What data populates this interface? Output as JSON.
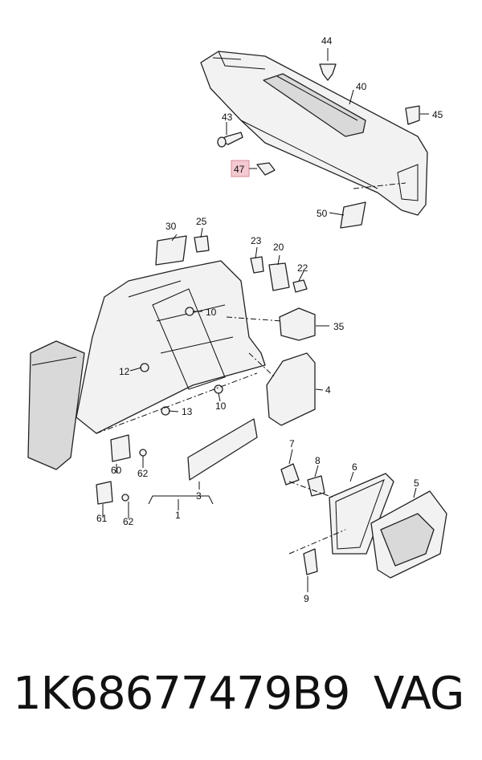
{
  "callouts": {
    "c44": "44",
    "c40": "40",
    "c45": "45",
    "c43": "43",
    "c47": "47",
    "c50": "50",
    "c30": "30",
    "c25": "25",
    "c23": "23",
    "c20": "20",
    "c22": "22",
    "c10a": "10",
    "c35": "35",
    "c12": "12",
    "c13": "13",
    "c10b": "10",
    "c4": "4",
    "c7": "7",
    "c8": "8",
    "c6": "6",
    "c5": "5",
    "c60": "60",
    "c62a": "62",
    "c61": "61",
    "c62b": "62",
    "c3": "3",
    "c1": "1",
    "c9": "9"
  },
  "footer": {
    "part_number": "1K68677479B9",
    "brand": "VAG"
  },
  "colors": {
    "highlight": "#f4c9d0",
    "highlight_border": "#d98a98",
    "ink": "#111111"
  }
}
